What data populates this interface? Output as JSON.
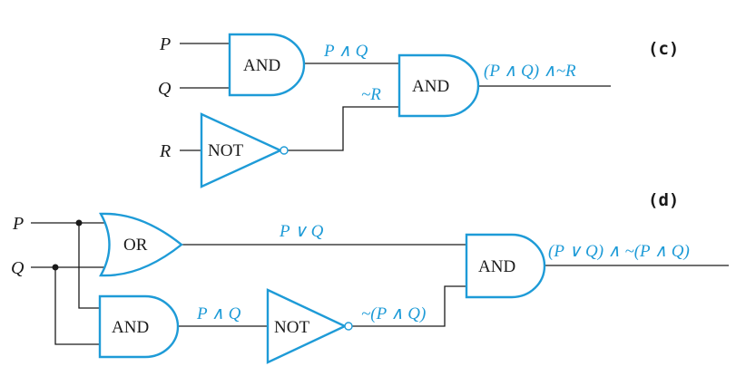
{
  "colors": {
    "gate_stroke": "#1e9bd7",
    "expression_text": "#1e9bd7",
    "wire": "#1a1a1a",
    "background": "#ffffff"
  },
  "circuit_c": {
    "part_label": "(c)",
    "inputs": {
      "p": "P",
      "q": "Q",
      "r": "R"
    },
    "gates": {
      "and1": "AND",
      "not1": "NOT",
      "and2": "AND"
    },
    "expressions": {
      "p_and_q": "P ∧ Q",
      "not_r": "~R",
      "output": "(P ∧ Q) ∧~R"
    }
  },
  "circuit_d": {
    "part_label": "(d)",
    "inputs": {
      "p": "P",
      "q": "Q"
    },
    "gates": {
      "or1": "OR",
      "and1": "AND",
      "not1": "NOT",
      "and2": "AND"
    },
    "expressions": {
      "p_or_q": "P ∨ Q",
      "p_and_q": "P ∧ Q",
      "not_p_and_q": "~(P ∧ Q)",
      "output": "(P ∨ Q) ∧ ~(P ∧ Q)"
    }
  }
}
